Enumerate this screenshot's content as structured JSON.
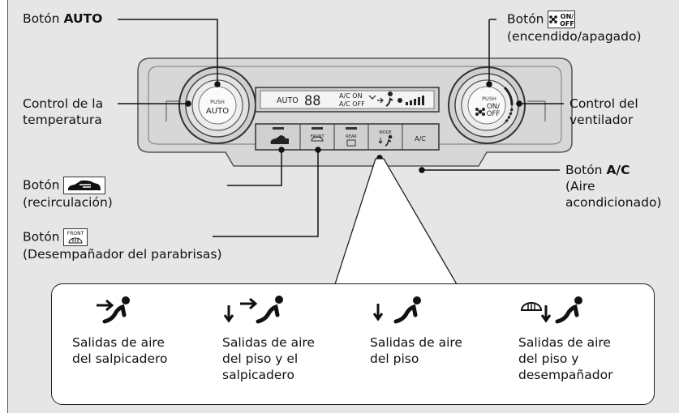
{
  "labels": {
    "auto_prefix": "Botón ",
    "auto_bold": "AUTO",
    "temp_line1": "Control de la",
    "temp_line2": "temperatura",
    "recirc_prefix": "Botón",
    "recirc_line2": "(recirculación)",
    "defrost_prefix": "Botón",
    "defrost_line2": "(Desempañador del parabrisas)",
    "power_prefix": "Botón",
    "power_line2": "(encendido/apagado)",
    "fan_line1": "Control del",
    "fan_line2": "ventilador",
    "ac_prefix": "Botón ",
    "ac_bold": "A/C",
    "ac_line2": "(Aire",
    "ac_line3": "acondicionado)"
  },
  "panel": {
    "knob_text_push": "PUSH",
    "knob_left_text": "AUTO",
    "knob_right_text_on": "ON/",
    "knob_right_text_off": "OFF",
    "display_auto": "AUTO",
    "display_digits": "88",
    "display_ac_on": "A/C ON",
    "display_ac_off": "A/C OFF",
    "btn_front": "FRONT",
    "btn_rear": "REAR",
    "btn_mode": "MODE",
    "btn_ac": "A/C",
    "icon_front": "FRONT",
    "icon_power_on": "ON/",
    "icon_power_off": "OFF"
  },
  "modes": [
    {
      "icon": "dash-vent-icon",
      "text": "Salidas de aire\ndel salpicadero"
    },
    {
      "icon": "floor-dash-vent-icon",
      "text": "Salidas de aire\ndel piso y el\nsalpicadero"
    },
    {
      "icon": "floor-vent-icon",
      "text": "Salidas de aire\ndel piso"
    },
    {
      "icon": "floor-defrost-vent-icon",
      "text": "Salidas de aire\ndel piso y\ndesempañador"
    }
  ]
}
